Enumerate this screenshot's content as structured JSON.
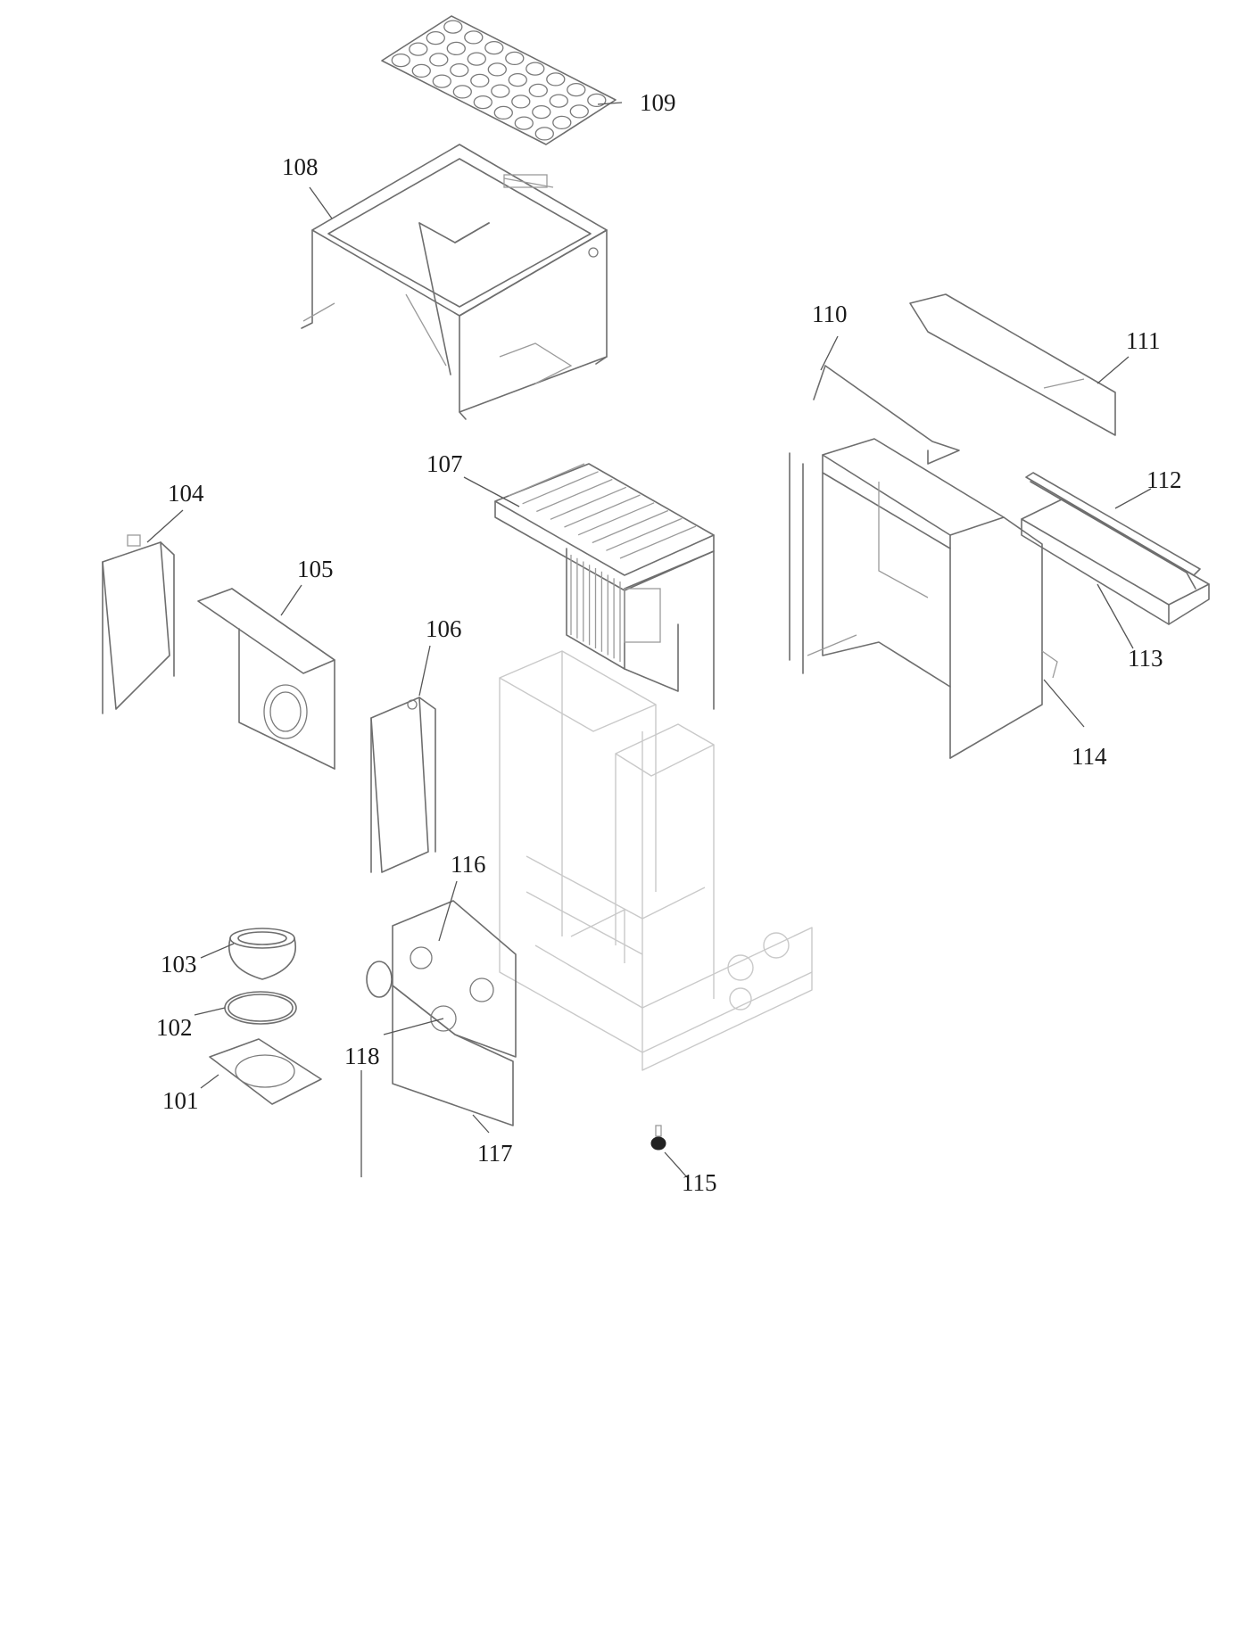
{
  "callouts": {
    "p101": "101",
    "p102": "102",
    "p103": "103",
    "p104": "104",
    "p105": "105",
    "p106": "106",
    "p107": "107",
    "p108": "108",
    "p109": "109",
    "p110": "110",
    "p111": "111",
    "p112": "112",
    "p113": "113",
    "p114": "114",
    "p115": "115",
    "p116": "116",
    "p117": "117",
    "p118": "118"
  }
}
